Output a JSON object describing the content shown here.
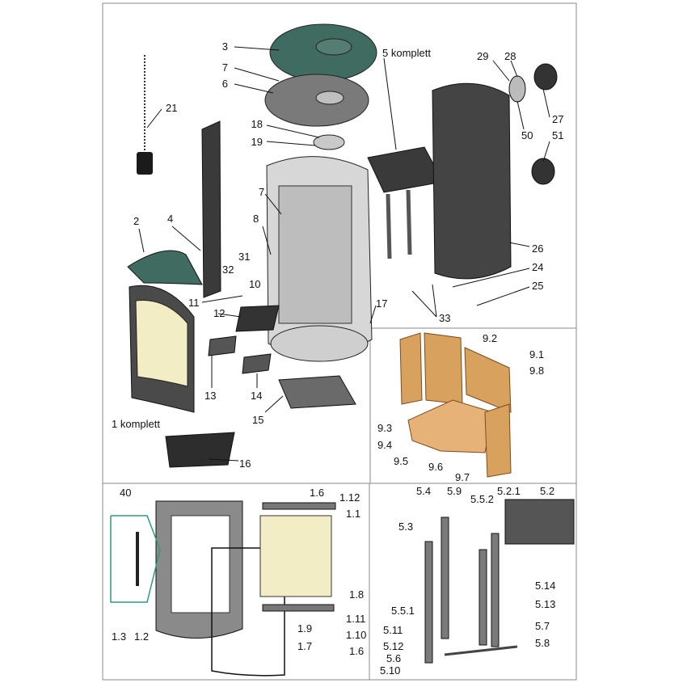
{
  "diagram": {
    "colors": {
      "stone": "#3f6b60",
      "steel_dark": "#3a3a3a",
      "steel_mid": "#7a7a7a",
      "steel_light": "#bfbfbf",
      "glass": "#f2edc4",
      "firebrick": "#d9a15e",
      "teal_bracket": "#2e9c7c"
    },
    "labels": {
      "p3": "3",
      "p7a": "7",
      "p6": "6",
      "p18": "18",
      "p19": "19",
      "p21": "21",
      "p2": "2",
      "p4": "4",
      "p7b": "7",
      "p8": "8",
      "p31": "31",
      "p32": "32",
      "p10": "10",
      "p11": "11",
      "p12": "12",
      "p13": "13",
      "p14": "14",
      "p15": "15",
      "p16": "16",
      "p1k": "1 komplett",
      "p5k": "5 komplett",
      "p29": "29",
      "p28": "28",
      "p50": "50",
      "p27": "27",
      "p51": "51",
      "p26": "26",
      "p24": "24",
      "p25": "25",
      "p17": "17",
      "p33": "33",
      "p92": "9.2",
      "p91": "9.1",
      "p98": "9.8",
      "p93": "9.3",
      "p94": "9.4",
      "p95": "9.5",
      "p96": "9.6",
      "p97": "9.7",
      "p40": "40",
      "p16b": "1.6",
      "p112": "1.12",
      "p11b": "1.1",
      "p18b": "1.8",
      "p111": "1.11",
      "p110": "1.10",
      "p16c": "1.6",
      "p19b": "1.9",
      "p17b": "1.7",
      "p13b": "1.3",
      "p12b": "1.2",
      "p54": "5.4",
      "p59": "5.9",
      "p552": "5.5.2",
      "p521": "5.2.1",
      "p52": "5.2",
      "p53": "5.3",
      "p551": "5.5.1",
      "p511": "5.11",
      "p512": "5.12",
      "p56": "5.6",
      "p510": "5.10",
      "p514": "5.14",
      "p513": "5.13",
      "p57": "5.7",
      "p58": "5.8"
    }
  }
}
